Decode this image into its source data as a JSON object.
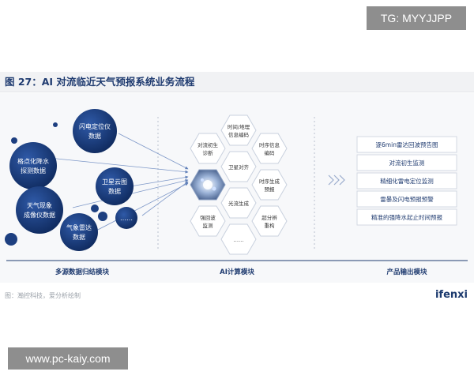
{
  "watermark_top": "TG: MYYJJPP",
  "figure_title": "图 27：AI 对流临近天气预报系统业务流程",
  "input_module": {
    "nodes": [
      "闪电定位仪\n数据",
      "格点化降水\n探测数据",
      "卫星云图\n数据",
      "天气现象\n成像仪数据",
      "气象雷达\n数据",
      "……"
    ],
    "label": "多源数据归结模块"
  },
  "ai_module": {
    "cells": [
      "时间/地理\n信息编码",
      "对流初生\n诊断",
      "时序信息\n编码",
      "卫星对齐",
      "强回波\n监测",
      "时序生成\n预报",
      "光流生成",
      "超分辨\n重构",
      "……"
    ],
    "label": "AI计算模块"
  },
  "output_module": {
    "items": [
      "逐6min雷达回波预告图",
      "对流初生监测",
      "精细化雷电定位监测",
      "雷暴及闪电预报预警",
      "精准的强降水起止时间预报"
    ],
    "label": "产品输出模块"
  },
  "source_note": "图：瀚控科技，爱分析绘制",
  "brand": "ifenxi",
  "watermark_bottom": "www.pc-kaiy.com",
  "colors": {
    "navy": "#15336e",
    "frame": "#c7cfdc",
    "text_dark": "#1f3b70"
  }
}
